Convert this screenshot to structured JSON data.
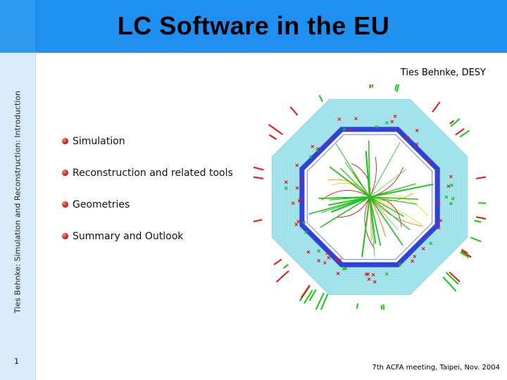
{
  "slide": {
    "title": "LC Software in the EU",
    "author": "Ties Behnke, DESY",
    "side_text": "Ties Behnke: Simulation and Reconstruction: Introduction",
    "page_number": "1",
    "footer": "7th ACFA meeting, Taipei, Nov. 2004",
    "bullets": [
      "Simulation",
      "Reconstruction and related tools",
      "Geometries",
      "Summary and Outlook"
    ]
  },
  "colors": {
    "title_bar": "#1f8ff0",
    "side_strip": "#d9ecfc",
    "bullet": "#c61c0c",
    "calorimeter": "#a8e6ee",
    "tracker_ring": "#3040d8"
  }
}
